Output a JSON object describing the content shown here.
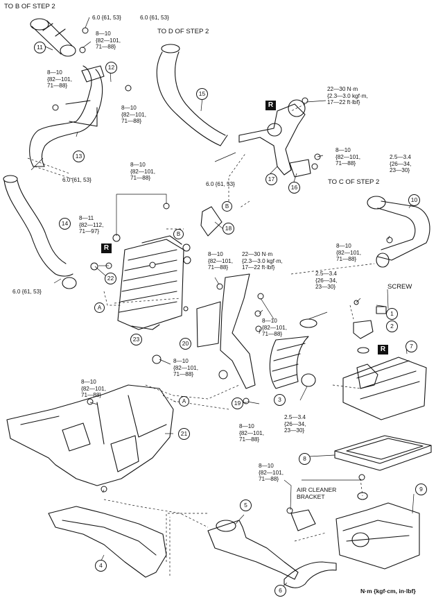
{
  "references": {
    "to_b_step2": "TO B OF STEP 2",
    "to_d_step2": "TO D OF STEP 2",
    "to_c_step2": "TO C OF STEP 2"
  },
  "torques": {
    "t_top_clamp": "6.0 {61, 53}",
    "t_top_clamp2": "6.0 {61, 53}",
    "t_top_bolt": "8—10\n{82—101,\n71—88}",
    "t_duct13_left": "8—10\n{82—101,\n71—88}",
    "t_duct13_right": "8—10\n{82—101,\n71—88}",
    "t_clamp13": "6.0 {61, 53}",
    "t_clamp15_lower": "6.0 {61, 53}",
    "t_nm_upper": "22—30 N·m\n{2.3—3.0 kgf·m,\n17—22 ft·lbf}",
    "t_bracket16": "8—10\n{82—101,\n71—88}",
    "t_clamp_c": "2.5—3.4\n{26—34,\n23—30}",
    "t_ic_bolt": "8—10\n{82—101,\n71—88}",
    "t_sensor22": "8—11\n{82—112,\n71—97}",
    "t_clamp14": "6.0 {61, 53}",
    "t_mid_left": "8—10\n{82—101,\n71—88}",
    "t_nm_mid": "22—30 N·m\n{2.3—3.0 kgf·m,\n17—22 ft·lbf}",
    "t_duct10": "8—10\n{82—101,\n71—88}",
    "t_clamp3_upper": "2.5—3.4\n{26—34,\n23—30}",
    "t_bracket19": "8—10\n{82—101,\n71—88}",
    "t_mount23": "8—10\n{82—101,\n71—88}",
    "t_duct21": "8—10\n{82—101,\n71—88}",
    "t_nut19": "8—10\n{82—101,\n71—88}",
    "t_clamp3_lower": "2.5—3.4\n{26—34,\n23—30}",
    "t_cleaner": "8—10\n{82—101,\n71—88}"
  },
  "labels": {
    "screw": "SCREW",
    "air_cleaner_bracket": "AIR CLEANER\nBRACKET",
    "units": "N·m {kgf·cm, in·lbf}"
  },
  "badges": {
    "r": "R"
  },
  "callouts": [
    "1",
    "2",
    "3",
    "4",
    "5",
    "6",
    "7",
    "8",
    "9",
    "10",
    "11",
    "12",
    "13",
    "14",
    "15",
    "16",
    "17",
    "18",
    "19",
    "20",
    "21",
    "22",
    "23"
  ],
  "refs": {
    "a": "A",
    "b": "B"
  }
}
